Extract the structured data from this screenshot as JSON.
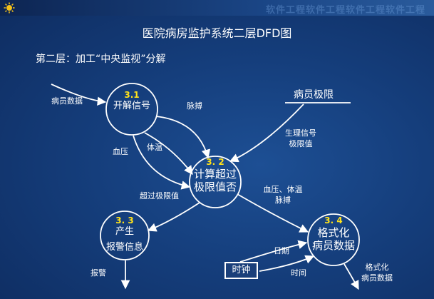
{
  "header": {
    "watermark": "软件工程软件工程软件工程软件工程"
  },
  "title": "医院病房监护系统二层DFD图",
  "subtitle": "第二层：加工“中央监视”分解",
  "processes": {
    "p31": {
      "number": "3.1",
      "name": "开解信号"
    },
    "p32": {
      "number": "3. 2",
      "line1": "计算超过",
      "line2": "极限值否"
    },
    "p33": {
      "number": "3. 3",
      "line1": "产生",
      "line2": "报警信息"
    },
    "p34": {
      "number": "3. 4",
      "line1": "格式化",
      "line2": "病员数据"
    }
  },
  "store": {
    "name": "病员极限"
  },
  "external": {
    "clock": "时钟"
  },
  "flows": {
    "patient_data": "病员数据",
    "pulse": "脉搏",
    "blood_pressure": "血压",
    "body_temp": "体温",
    "phys_limit_line1": "生理信号",
    "phys_limit_line2": "极限值",
    "over_limit": "超过极限值",
    "bp_temp": "血压、体温",
    "pulse2": "脉搏",
    "alarm": "报警",
    "date": "日期",
    "time": "时间",
    "formatted_line1": "格式化",
    "formatted_line2": "病员数据"
  },
  "colors": {
    "background": "#153e7c",
    "line": "#ffffff",
    "process_number": "#ffe21a"
  }
}
